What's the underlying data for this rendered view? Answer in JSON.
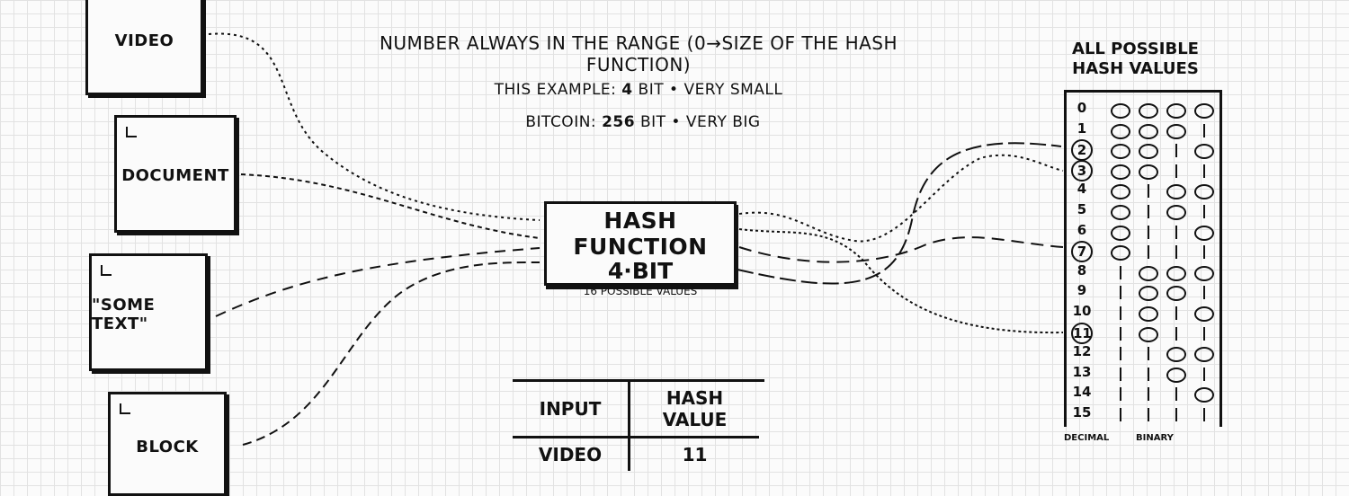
{
  "range_caption": "NUMBER ALWAYS IN THE RANGE (0→SIZE OF THE HASH FUNCTION)",
  "example_caption": {
    "prefix": "THIS EXAMPLE: ",
    "bits": "4",
    "suffix": " BIT • VERY SMALL"
  },
  "bitcoin_caption": {
    "prefix": "BITCOIN: ",
    "bits": "256",
    "suffix": " BIT • VERY BIG"
  },
  "inputs": {
    "video": "VIDEO",
    "document": "DOCUMENT",
    "some_text": "\"SOME TEXT\"",
    "block": "BLOCK"
  },
  "hash_function": {
    "title": "HASH FUNCTION",
    "bits": "4·BIT",
    "possible": "16 POSSIBLE VALUES"
  },
  "hash_values": {
    "title_line1": "ALL POSSIBLE",
    "title_line2": "HASH VALUES",
    "decimal_label": "DECIMAL",
    "binary_label": "BINARY",
    "rows": [
      {
        "dec": "0",
        "bin": "0000"
      },
      {
        "dec": "1",
        "bin": "0001"
      },
      {
        "dec": "2",
        "bin": "0010"
      },
      {
        "dec": "3",
        "bin": "0011"
      },
      {
        "dec": "4",
        "bin": "0100"
      },
      {
        "dec": "5",
        "bin": "0101"
      },
      {
        "dec": "6",
        "bin": "0110"
      },
      {
        "dec": "7",
        "bin": "0111"
      },
      {
        "dec": "8",
        "bin": "1000"
      },
      {
        "dec": "9",
        "bin": "1001"
      },
      {
        "dec": "10",
        "bin": "1010"
      },
      {
        "dec": "11",
        "bin": "1011"
      },
      {
        "dec": "12",
        "bin": "1100"
      },
      {
        "dec": "13",
        "bin": "1101"
      },
      {
        "dec": "14",
        "bin": "1110"
      },
      {
        "dec": "15",
        "bin": "1111"
      }
    ],
    "circled": [
      "2",
      "3",
      "7",
      "11"
    ]
  },
  "io_table": {
    "header_input": "INPUT",
    "header_hash": "HASH VALUE",
    "rows": [
      {
        "input": "VIDEO",
        "hash": "11"
      }
    ]
  }
}
